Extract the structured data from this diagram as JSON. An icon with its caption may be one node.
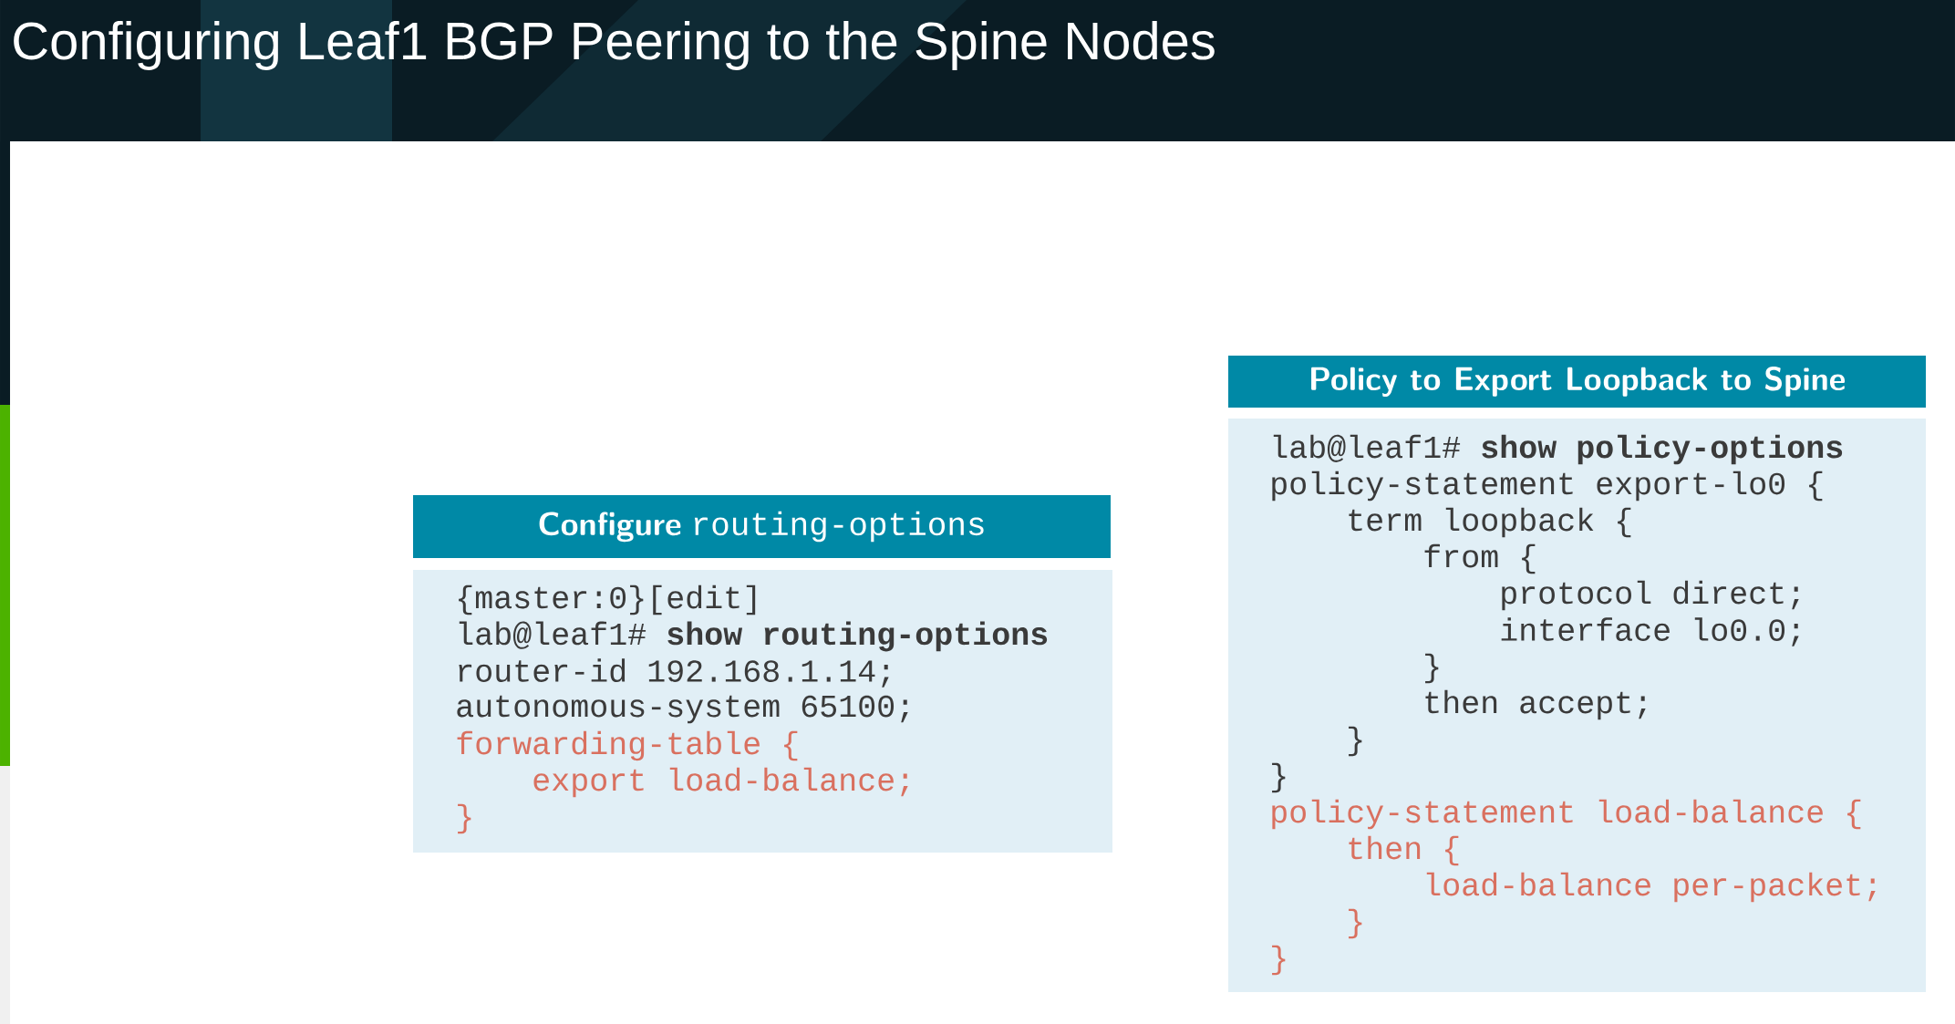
{
  "diagram": {
    "title": "Configuring Leaf1 BGP Peering to the Spine Nodes",
    "nodes": [
      {
        "text": [
          "Configure",
          "routing-options"
        ]
      },
      {
        "text": [
          "{master:0}[edit]",
          "lab@leaf1# **show routing-options**",
          "router-id 192.168.1.14;",
          "autonomous-system 65100;",
          "forwarding-table {",
          "export load-balance;",
          "}"
        ]
      },
      {
        "text": [
          "Policy to Export Loopback to Spine"
        ]
      },
      {
        "text": [
          "lab@leaf1# **show policy-options**",
          "policy-statement export-lo0 {",
          "term loopback {",
          "from {",
          "protocol direct;",
          "interface lo0.0;",
          "}",
          "then accept;",
          "}",
          "}",
          "policy-statement load-balance {",
          "then {",
          "load-balance per-packet;",
          "}",
          "}"
        ]
      }
    ]
  }
}
